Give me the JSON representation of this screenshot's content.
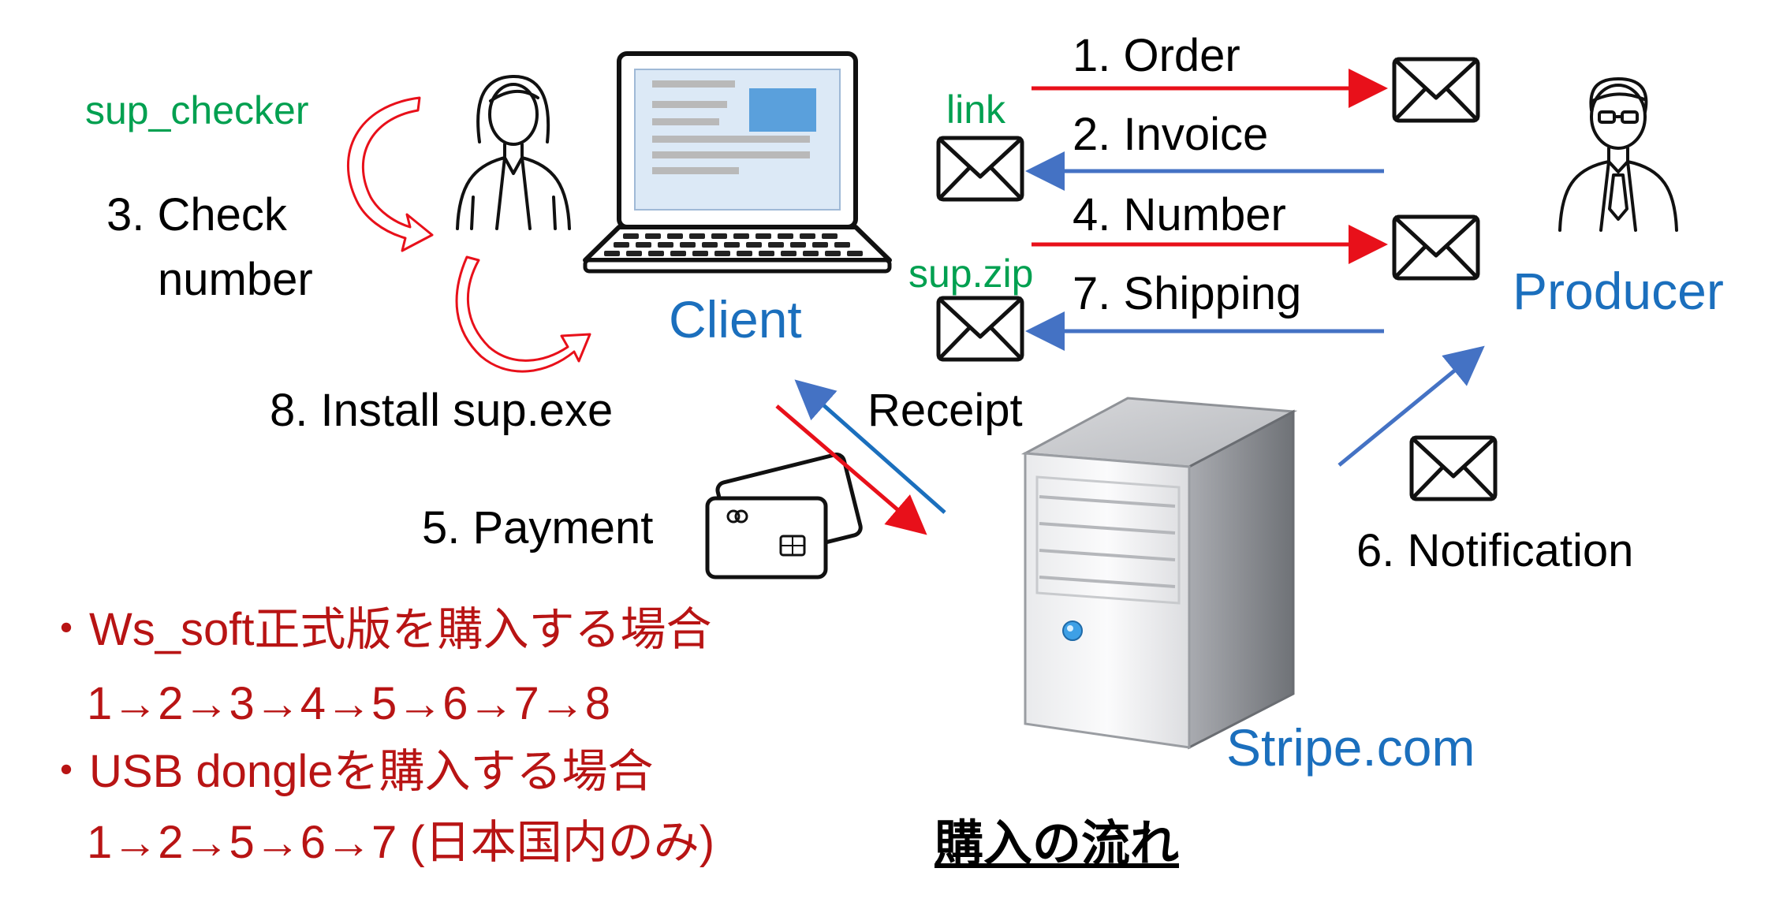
{
  "actors": {
    "client": "Client",
    "producer": "Producer",
    "stripe": "Stripe.com"
  },
  "steps": {
    "order": "1. Order",
    "invoice": "2. Invoice",
    "check_number": [
      "3. Check",
      "number"
    ],
    "number": "4. Number",
    "payment": "5. Payment",
    "notification": "6. Notification",
    "shipping": "7. Shipping",
    "install": "8. Install sup.exe",
    "receipt": "Receipt"
  },
  "attachments": {
    "sup_checker": "sup_checker",
    "link": "link",
    "sup_zip": "sup.zip"
  },
  "notes": {
    "ws_soft_heading": "・Ws_soft正式版を購入する場合",
    "ws_soft_flow": "1→2→3→4→5→6→7→8",
    "usb_heading": "・USB dongleを購入する場合",
    "usb_flow": "1→2→5→6→7 (日本国内のみ)"
  },
  "title": "購入の流れ",
  "colors": {
    "red_arrow": "#e8101a",
    "blue_arrow": "#4472c4",
    "actor_text": "#1b6fbd",
    "attachment_text": "#00a050",
    "note_text": "#b81414"
  },
  "icons": [
    "person-icon",
    "laptop-icon",
    "envelope-icon",
    "credit-card-icon",
    "server-icon",
    "curved-arrow-icon"
  ]
}
